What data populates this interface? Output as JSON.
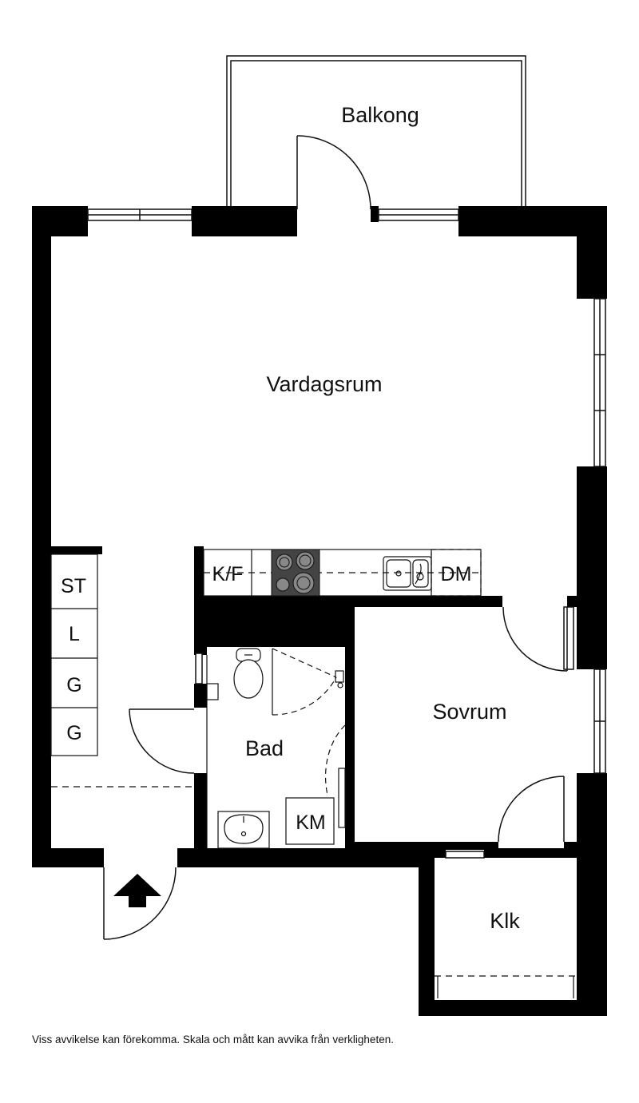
{
  "rooms": {
    "balkong": "Balkong",
    "vardagsrum": "Vardagsrum",
    "sovrum": "Sovrum",
    "bad": "Bad",
    "klk": "Klk"
  },
  "fixtures": {
    "kf": "K/F",
    "dm": "DM",
    "km": "KM",
    "st": "ST",
    "l": "L",
    "g1": "G",
    "g2": "G"
  },
  "footer": {
    "disclaimer": "Viss avvikelse kan förekomma. Skala och mått kan avvika från verkligheten."
  },
  "colors": {
    "wall": "#000000",
    "line": "#111111",
    "background": "#ffffff"
  },
  "icons": [
    "entrance-arrow-icon",
    "stove-icon",
    "sink-icon",
    "toilet-icon",
    "washbasin-icon",
    "shower-icon"
  ]
}
